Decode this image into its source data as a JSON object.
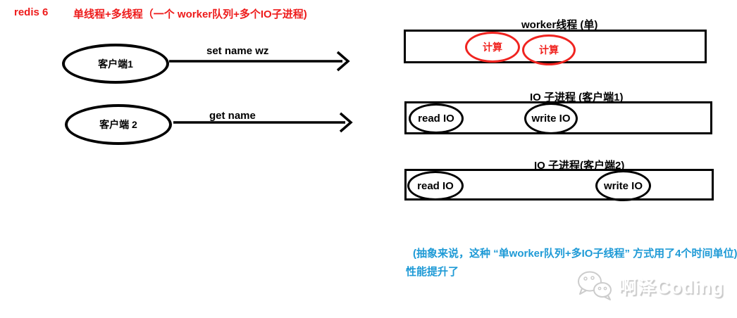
{
  "header": {
    "app": "redis 6",
    "title": "单线程+多线程（一个 worker队列+多个IO子进程)"
  },
  "clients": [
    {
      "label": "客户端1",
      "arrow": "set name wz"
    },
    {
      "label": "客户端 2",
      "arrow": "get name"
    }
  ],
  "worker": {
    "label": "worker线程 (单)",
    "tasks": [
      "计算",
      "计算"
    ]
  },
  "io1": {
    "label": "IO 子进程 (客户端1)",
    "read": "read IO",
    "write": "write IO"
  },
  "io2": {
    "label": "IO 子进程(客户端2)",
    "read": "read IO",
    "write": "write IO"
  },
  "note": {
    "line1": "(抽象来说，这种 “单worker队列+多IO子线程” 方式用了4个时间单位)",
    "line2": "性能提升了"
  },
  "watermark": {
    "text": "啊泽Coding",
    "icon": "wechat-icon"
  },
  "colors": {
    "red": "#ee1b1b",
    "blue": "#1e9ad6",
    "ink": "#000000",
    "watermark_gray": "#c9c9c9"
  }
}
